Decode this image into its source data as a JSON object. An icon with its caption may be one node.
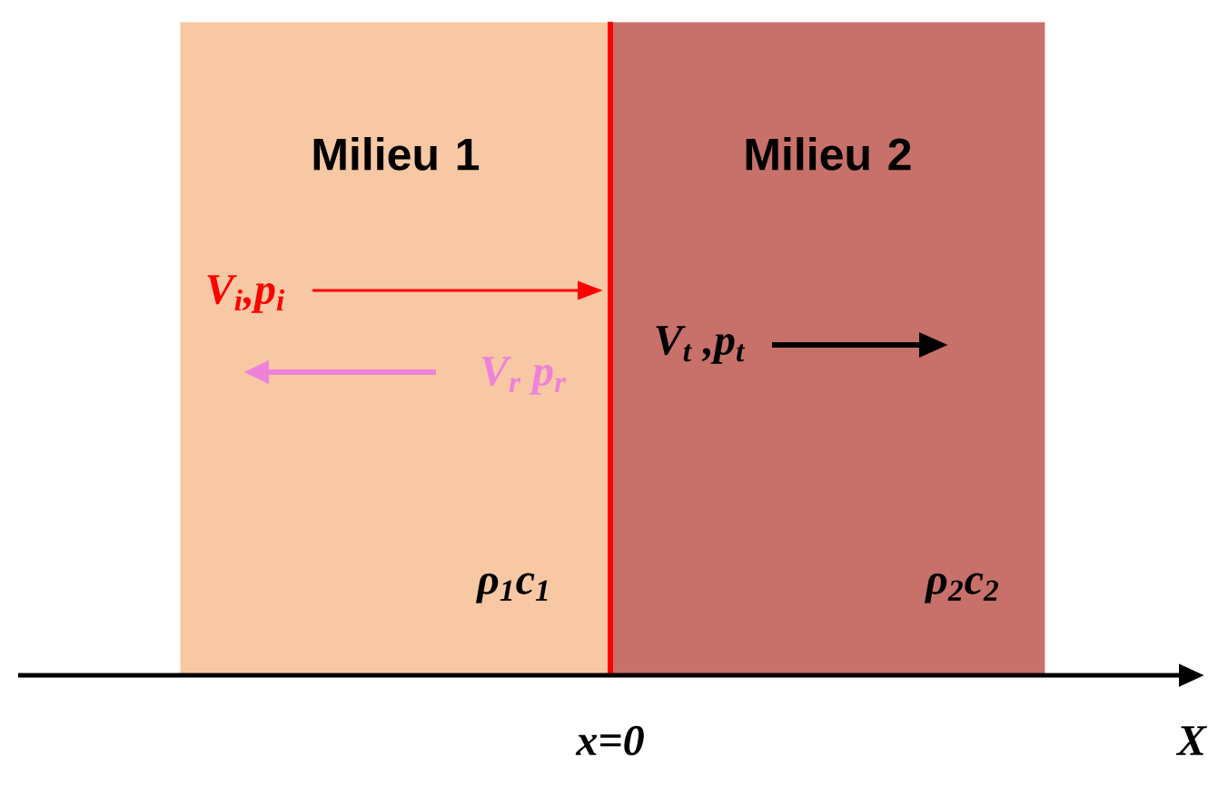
{
  "diagram": {
    "nodes": [
      {
        "text": [
          "Milieu 1"
        ]
      },
      {
        "text": [
          "Milieu 2"
        ]
      }
    ],
    "labels": [
      "V$_{i}$,p$_{i}$",
      "V$_{r}$ p$_{r}$",
      "V$_{t}$ ,p$_{t}$",
      "ρ$_{1}$c$_{1}$",
      "ρ$_{2}$c$_{2}$",
      "x=0",
      "X"
    ]
  }
}
